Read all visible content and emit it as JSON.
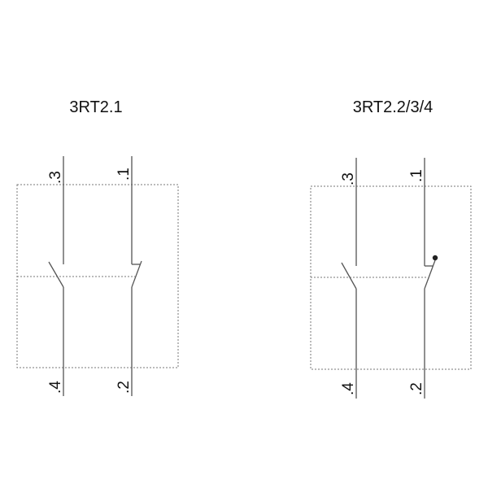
{
  "diagrams": [
    {
      "title": "3RT2.1",
      "terminals": {
        "top_left": ".3",
        "top_right": ".1",
        "bottom_left": ".4",
        "bottom_right": ".2"
      },
      "contacts": [
        "normally-open",
        "normally-closed"
      ]
    },
    {
      "title": "3RT2.2/3/4",
      "terminals": {
        "top_left": ".3",
        "top_right": ".1",
        "bottom_left": ".4",
        "bottom_right": ".2"
      },
      "contacts": [
        "normally-open",
        "normally-closed-with-dot-marker"
      ]
    }
  ]
}
